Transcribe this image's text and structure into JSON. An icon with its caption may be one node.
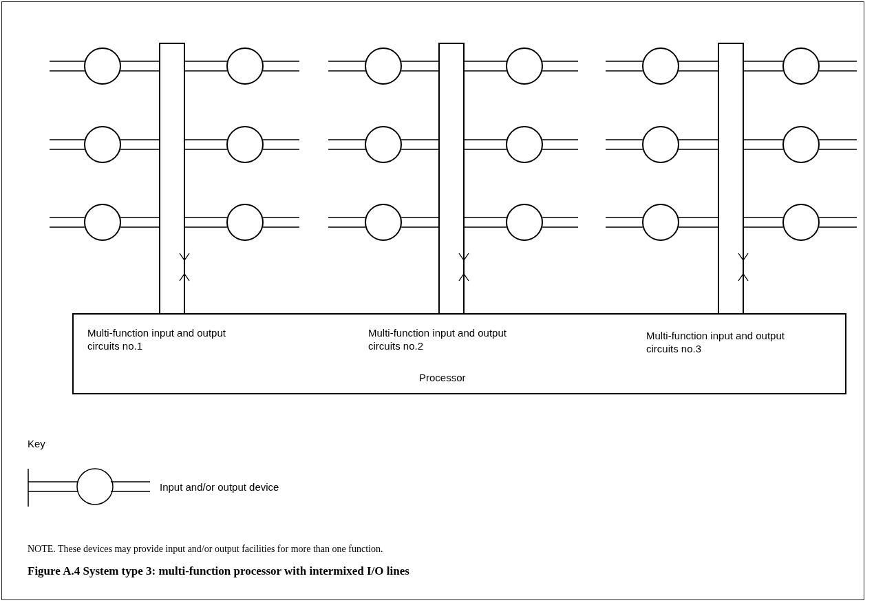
{
  "diagram": {
    "caption": "Figure A.4 System type 3: multi-function processor with intermixed I/O lines",
    "nodes": [
      {
        "text": [],
        "shape": "bar"
      },
      {
        "text": [],
        "shape": "bar"
      },
      {
        "text": [],
        "shape": "bar"
      },
      {
        "text": [],
        "shape": "circle"
      },
      {
        "text": [],
        "shape": "circle"
      },
      {
        "text": [],
        "shape": "circle"
      },
      {
        "text": [],
        "shape": "circle"
      },
      {
        "text": [],
        "shape": "circle"
      },
      {
        "text": [],
        "shape": "circle"
      },
      {
        "text": [],
        "shape": "circle"
      },
      {
        "text": [],
        "shape": "circle"
      },
      {
        "text": [],
        "shape": "circle"
      },
      {
        "text": [],
        "shape": "circle"
      },
      {
        "text": [],
        "shape": "circle"
      },
      {
        "text": [],
        "shape": "circle"
      },
      {
        "text": [],
        "shape": "circle"
      },
      {
        "text": [],
        "shape": "circle"
      },
      {
        "text": [],
        "shape": "circle"
      },
      {
        "text": [],
        "shape": "circle"
      },
      {
        "text": [],
        "shape": "circle"
      },
      {
        "text": [],
        "shape": "circle"
      },
      {
        "text": [
          "Multi-function input and output circuits no.1",
          "Multi-function input and output circuits no.2",
          "Multi-function input and output circuits no.3",
          "Processor"
        ]
      }
    ],
    "edges": [
      {
        "from": null,
        "to": 3,
        "arrow": "none"
      },
      {
        "from": 3,
        "to": 0,
        "arrow": "none"
      },
      {
        "from": 0,
        "to": 4,
        "arrow": "none"
      },
      {
        "from": 4,
        "to": null,
        "arrow": "none"
      },
      {
        "from": null,
        "to": 5,
        "arrow": "none"
      },
      {
        "from": 5,
        "to": 1,
        "arrow": "none"
      },
      {
        "from": 1,
        "to": 6,
        "arrow": "none"
      },
      {
        "from": 6,
        "to": null,
        "arrow": "none"
      },
      {
        "from": null,
        "to": 7,
        "arrow": "none"
      },
      {
        "from": 7,
        "to": 2,
        "arrow": "none"
      },
      {
        "from": 2,
        "to": 8,
        "arrow": "none"
      },
      {
        "from": 8,
        "to": null,
        "arrow": "none"
      },
      {
        "from": null,
        "to": 9,
        "arrow": "none"
      },
      {
        "from": 9,
        "to": 0,
        "arrow": "none"
      },
      {
        "from": 0,
        "to": 10,
        "arrow": "none"
      },
      {
        "from": 10,
        "to": null,
        "arrow": "none"
      },
      {
        "from": null,
        "to": 11,
        "arrow": "none"
      },
      {
        "from": 11,
        "to": 1,
        "arrow": "none"
      },
      {
        "from": 1,
        "to": 12,
        "arrow": "none"
      },
      {
        "from": 12,
        "to": null,
        "arrow": "none"
      },
      {
        "from": null,
        "to": 13,
        "arrow": "none"
      },
      {
        "from": 13,
        "to": 2,
        "arrow": "none"
      },
      {
        "from": 2,
        "to": 14,
        "arrow": "none"
      },
      {
        "from": 14,
        "to": null,
        "arrow": "none"
      },
      {
        "from": null,
        "to": 15,
        "arrow": "none"
      },
      {
        "from": 15,
        "to": 0,
        "arrow": "none"
      },
      {
        "from": 0,
        "to": 16,
        "arrow": "none"
      },
      {
        "from": 16,
        "to": null,
        "arrow": "none"
      },
      {
        "from": null,
        "to": 17,
        "arrow": "none"
      },
      {
        "from": 17,
        "to": 1,
        "arrow": "none"
      },
      {
        "from": 1,
        "to": 18,
        "arrow": "none"
      },
      {
        "from": 18,
        "to": null,
        "arrow": "none"
      },
      {
        "from": null,
        "to": 19,
        "arrow": "none"
      },
      {
        "from": 19,
        "to": 2,
        "arrow": "none"
      },
      {
        "from": 2,
        "to": 20,
        "arrow": "none"
      },
      {
        "from": 20,
        "to": null,
        "arrow": "none"
      }
    ],
    "labels": [
      "Key",
      "NOTE. These devices may provide input and/or output facilities for more than one function."
    ],
    "legend": [
      {
        "text": "Input and/or output device"
      }
    ]
  }
}
